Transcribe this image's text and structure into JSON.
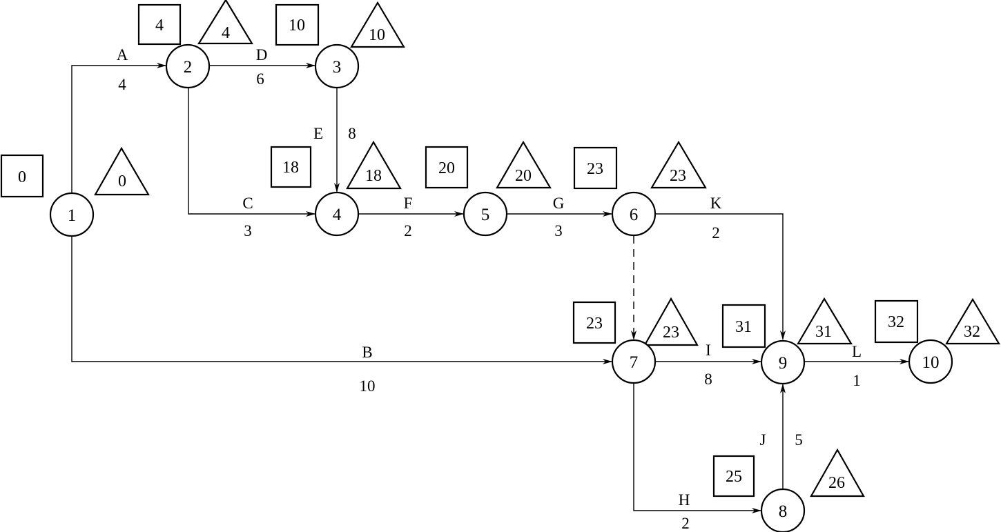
{
  "nodes": [
    {
      "id": "1",
      "label": "1",
      "earliest": "0",
      "latest": "0"
    },
    {
      "id": "2",
      "label": "2",
      "earliest": "4",
      "latest": "4"
    },
    {
      "id": "3",
      "label": "3",
      "earliest": "10",
      "latest": "10"
    },
    {
      "id": "4",
      "label": "4",
      "earliest": "18",
      "latest": "18"
    },
    {
      "id": "5",
      "label": "5",
      "earliest": "20",
      "latest": "20"
    },
    {
      "id": "6",
      "label": "6",
      "earliest": "23",
      "latest": "23"
    },
    {
      "id": "7",
      "label": "7",
      "earliest": "23",
      "latest": "23"
    },
    {
      "id": "8",
      "label": "8",
      "earliest": "25",
      "latest": "26"
    },
    {
      "id": "9",
      "label": "9",
      "earliest": "31",
      "latest": "31"
    },
    {
      "id": "10",
      "label": "10",
      "earliest": "32",
      "latest": "32"
    }
  ],
  "activities": [
    {
      "name": "A",
      "duration": "4",
      "from": "1",
      "to": "2"
    },
    {
      "name": "B",
      "duration": "10",
      "from": "1",
      "to": "7"
    },
    {
      "name": "C",
      "duration": "3",
      "from": "2",
      "to": "4"
    },
    {
      "name": "D",
      "duration": "6",
      "from": "2",
      "to": "3"
    },
    {
      "name": "E",
      "duration": "8",
      "from": "3",
      "to": "4"
    },
    {
      "name": "F",
      "duration": "2",
      "from": "4",
      "to": "5"
    },
    {
      "name": "G",
      "duration": "3",
      "from": "5",
      "to": "6"
    },
    {
      "name": "K",
      "duration": "2",
      "from": "6",
      "to": "9"
    },
    {
      "name": "I",
      "duration": "8",
      "from": "7",
      "to": "9"
    },
    {
      "name": "H",
      "duration": "2",
      "from": "7",
      "to": "8"
    },
    {
      "name": "J",
      "duration": "5",
      "from": "8",
      "to": "9"
    },
    {
      "name": "L",
      "duration": "1",
      "from": "9",
      "to": "10"
    }
  ],
  "dummy_activities": [
    {
      "from": "6",
      "to": "7",
      "style": "dashed"
    }
  ],
  "colors": {
    "stroke": "#000000",
    "background": "#ffffff"
  }
}
